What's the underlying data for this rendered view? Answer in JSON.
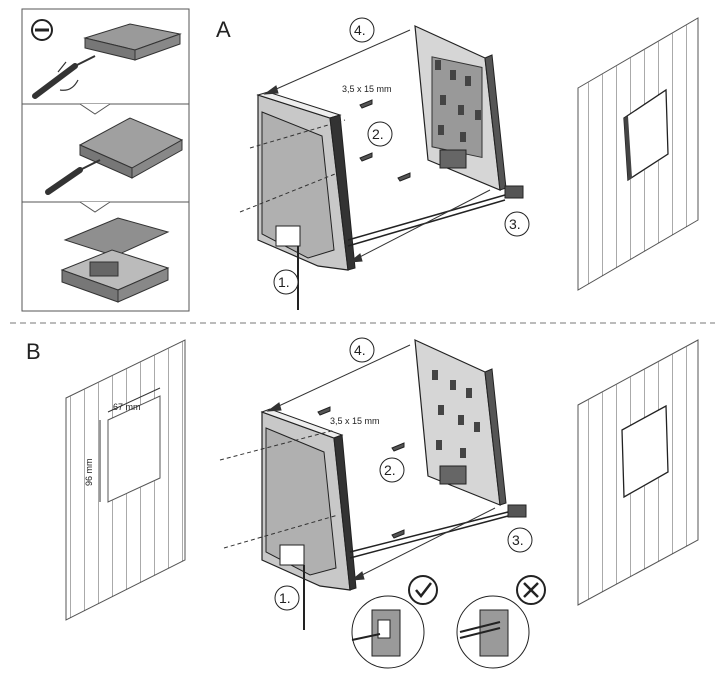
{
  "section_a": {
    "label": "A",
    "screw_spec": "3,5 x 15 mm",
    "steps": [
      "1.",
      "2.",
      "3.",
      "4."
    ]
  },
  "section_b": {
    "label": "B",
    "screw_spec": "3,5 x 15 mm",
    "steps": [
      "1.",
      "2.",
      "3.",
      "4."
    ],
    "cutout_width": "67 mm",
    "cutout_height": "96 mm"
  },
  "icons": {
    "screwdriver_type": "flat-screwdriver-icon",
    "correct": "check-circle-icon",
    "incorrect": "cross-circle-icon"
  }
}
